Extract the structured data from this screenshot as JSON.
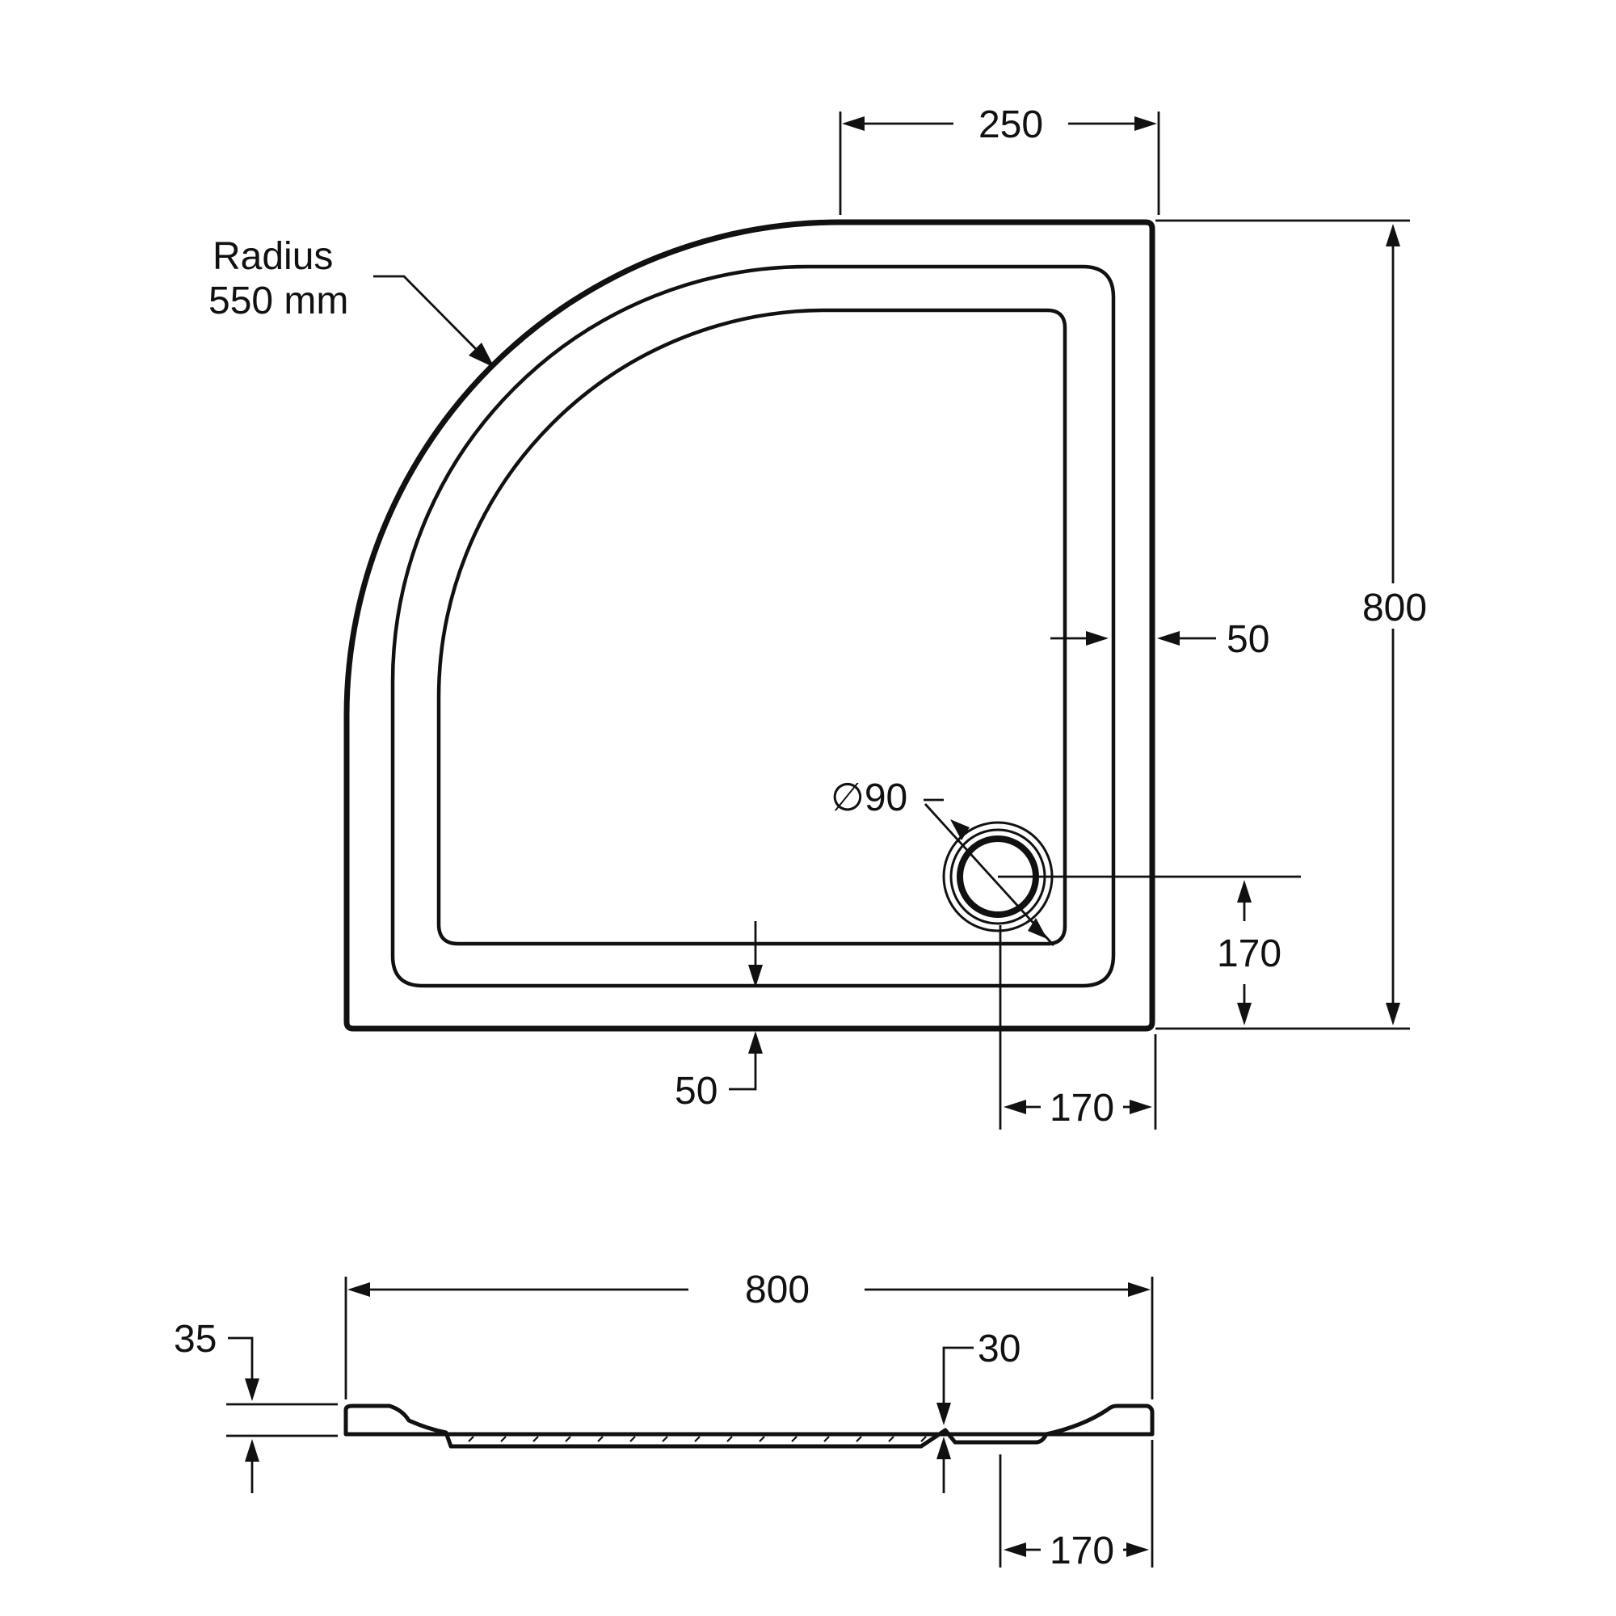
{
  "plan_view": {
    "radius_label_line1": "Radius",
    "radius_label_line2": "550 mm",
    "top_width": "250",
    "overall_depth": "800",
    "side_rim": "50",
    "waste_diameter": "∅90",
    "waste_offset_vertical": "170",
    "front_rim": "50",
    "waste_offset_horizontal": "170"
  },
  "side_view": {
    "overall_width": "800",
    "tray_height": "35",
    "floor_recess": "30",
    "waste_offset_horizontal": "170"
  }
}
